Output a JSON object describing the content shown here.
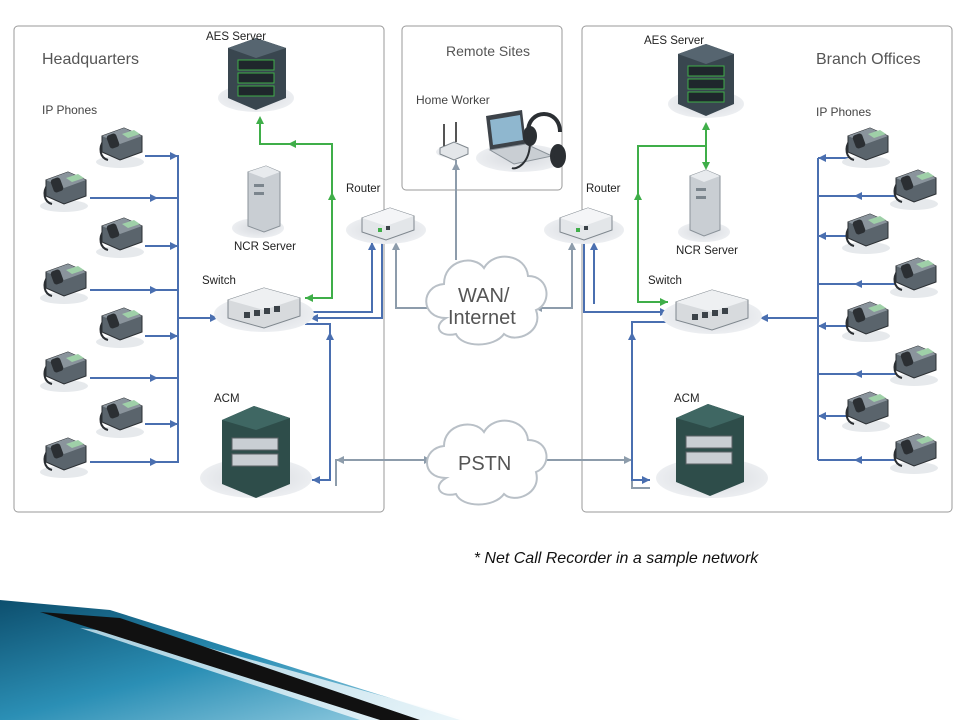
{
  "panels": {
    "headquarters": {
      "title": "Headquarters",
      "phones_label": "IP Phones"
    },
    "remote": {
      "title": "Remote Sites",
      "worker_label": "Home Worker"
    },
    "branch": {
      "title": "Branch Offices",
      "phones_label": "IP Phones"
    }
  },
  "devices": {
    "hq_aes": "AES Server",
    "hq_ncr": "NCR Server",
    "hq_switch": "Switch",
    "hq_router": "Router",
    "hq_acm": "ACM",
    "br_aes": "AES Server",
    "br_ncr": "NCR Server",
    "br_switch": "Switch",
    "br_router": "Router",
    "br_acm": "ACM"
  },
  "clouds": {
    "wan_line1": "WAN/",
    "wan_line2": "Internet",
    "pstn": "PSTN"
  },
  "caption": "* Net Call Recorder in a sample network",
  "colors": {
    "blue_link": "#4a6fb0",
    "green_link": "#3fae49",
    "gray_link": "#8d9cab",
    "panel_border": "#9a9a9a",
    "footer_teal": "#1f7fa6"
  }
}
